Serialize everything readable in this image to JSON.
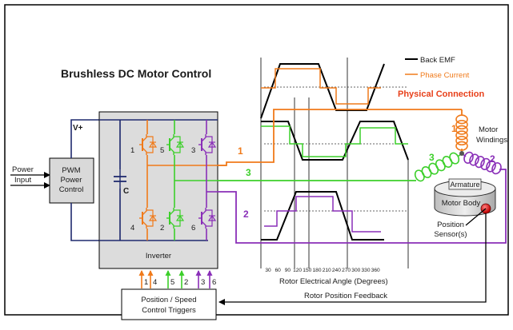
{
  "title": "Brushless DC Motor Control",
  "power_input": [
    "Power",
    "Input"
  ],
  "pwm_block": [
    "PWM",
    "Power",
    "Control"
  ],
  "vplus": "V+",
  "capacitor": "C",
  "inverter": "Inverter",
  "transistor_numbers": [
    "1",
    "5",
    "3",
    "4",
    "2",
    "6"
  ],
  "triggers_block": [
    "Position / Speed",
    "Control Triggers"
  ],
  "trigger_numbers": [
    "1",
    "4",
    "5",
    "2",
    "3",
    "6"
  ],
  "phase_numbers": [
    "1",
    "3",
    "2"
  ],
  "legend": {
    "back_emf": "Back EMF",
    "phase_current": "Phase Current"
  },
  "physical_connection": "Physical Connection",
  "motor_windings": [
    "Motor",
    "Windings"
  ],
  "winding_numbers": [
    "1",
    "3",
    "2"
  ],
  "armature": "Armature",
  "motor_body": "Motor Body",
  "position_sensor": [
    "Position",
    "Sensor(s)"
  ],
  "angle_ticks": [
    "30",
    "60",
    "90",
    "120",
    "150",
    "180",
    "210",
    "240",
    "270",
    "300",
    "330",
    "360"
  ],
  "x_axis_label": "Rotor Electrical Angle (Degrees)",
  "feedback_label": "Rotor Position Feedback",
  "colors": {
    "phase1": "#f07a1a",
    "phase2": "#8a2fb8",
    "phase3": "#3ccf2a",
    "navy": "#1f2a6e",
    "inverter_fill": "#dcdcdc",
    "gray_box": "#d9d9d9",
    "connection_red": "#e8401a"
  }
}
